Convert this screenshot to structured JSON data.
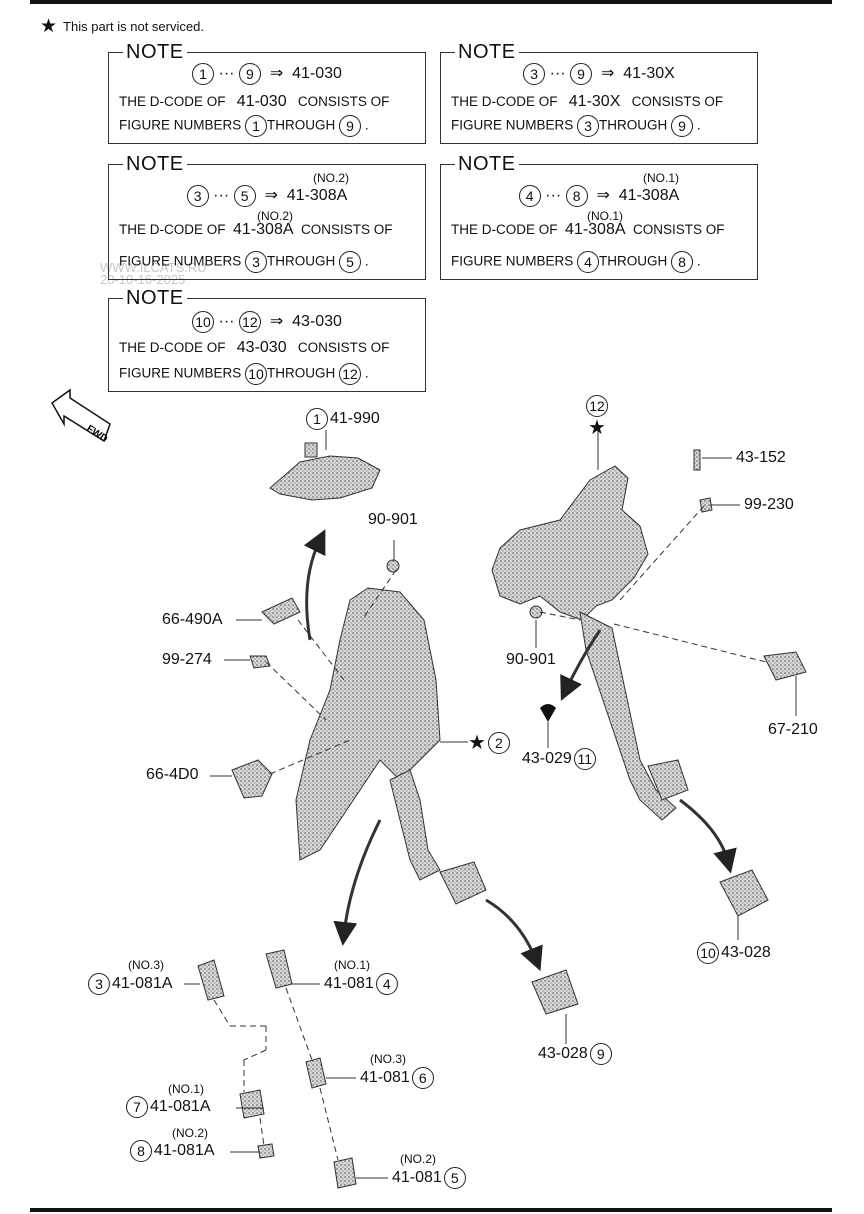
{
  "legend": {
    "symbol": "★",
    "text": "This part is not serviced."
  },
  "notes": [
    {
      "title": "NOTE",
      "from": "1",
      "to": "9",
      "arrow": "⇒",
      "code": "41-030",
      "sup": "",
      "line2_pre": "THE D-CODE OF",
      "line2_post": "CONSISTS OF",
      "line3_pre": "FIGURE NUMBERS",
      "line3_mid": "THROUGH",
      "line3_end": "."
    },
    {
      "title": "NOTE",
      "from": "3",
      "to": "9",
      "arrow": "⇒",
      "code": "41-30X",
      "sup": "",
      "line2_pre": "THE D-CODE OF",
      "line2_post": "CONSISTS OF",
      "line3_pre": "FIGURE NUMBERS",
      "line3_mid": "THROUGH",
      "line3_end": "."
    },
    {
      "title": "NOTE",
      "from": "3",
      "to": "5",
      "arrow": "⇒",
      "code": "41-308A",
      "sup": "(NO.2)",
      "line2_pre": "THE D-CODE OF",
      "line2_post": "CONSISTS OF",
      "line3_pre": "FIGURE NUMBERS",
      "line3_mid": "THROUGH",
      "line3_end": "."
    },
    {
      "title": "NOTE",
      "from": "4",
      "to": "8",
      "arrow": "⇒",
      "code": "41-308A",
      "sup": "(NO.1)",
      "line2_pre": "THE D-CODE OF",
      "line2_post": "CONSISTS OF",
      "line3_pre": "FIGURE NUMBERS",
      "line3_mid": "THROUGH",
      "line3_end": "."
    },
    {
      "title": "NOTE",
      "from": "10",
      "to": "12",
      "arrow": "⇒",
      "code": "43-030",
      "sup": "",
      "line2_pre": "THE D-CODE OF",
      "line2_post": "CONSISTS OF",
      "line3_pre": "FIGURE NUMBERS",
      "line3_mid": "THROUGH",
      "line3_end": "."
    }
  ],
  "ellipsis": "···",
  "watermark": [
    "WWW.ILCATS.RU",
    "20-10-16-2025"
  ],
  "fwd": "FWD",
  "parts": {
    "p1": {
      "num": "1",
      "code": "41-990"
    },
    "p12": {
      "num": "12",
      "star": "★"
    },
    "p43152": {
      "code": "43-152"
    },
    "p99230": {
      "code": "99-230"
    },
    "p90901a": {
      "code": "90-901"
    },
    "p66490a": {
      "code": "66-490A"
    },
    "p99274": {
      "code": "99-274"
    },
    "p90901b": {
      "code": "90-901"
    },
    "p67210": {
      "code": "67-210"
    },
    "p2": {
      "num": "2",
      "star": "★"
    },
    "p11": {
      "num": "11",
      "code": "43-029"
    },
    "p664d0": {
      "code": "66-4D0"
    },
    "p10": {
      "num": "10",
      "code": "43-028"
    },
    "p3": {
      "num": "3",
      "code": "41-081A",
      "sub": "(NO.3)"
    },
    "p4": {
      "num": "4",
      "code": "41-081",
      "sub": "(NO.1)"
    },
    "p9": {
      "num": "9",
      "code": "43-028"
    },
    "p6": {
      "num": "6",
      "code": "41-081",
      "sub": "(NO.3)"
    },
    "p7": {
      "num": "7",
      "code": "41-081A",
      "sub": "(NO.1)"
    },
    "p8": {
      "num": "8",
      "code": "41-081A",
      "sub": "(NO.2)"
    },
    "p5": {
      "num": "5",
      "code": "41-081",
      "sub": "(NO.2)"
    }
  }
}
